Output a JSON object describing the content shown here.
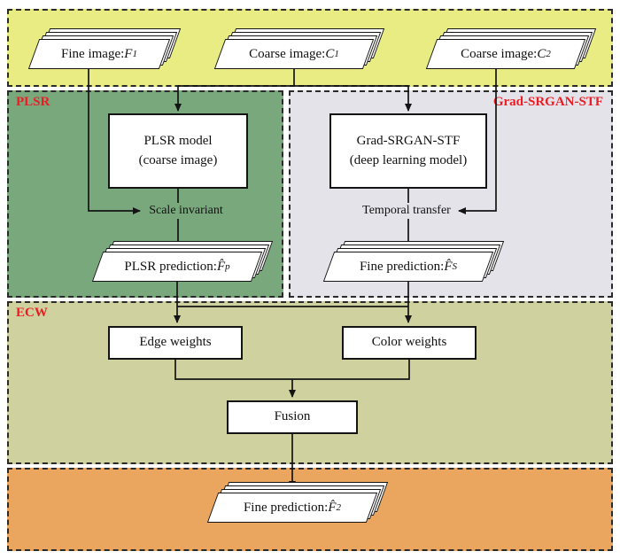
{
  "regions": {
    "inputs": {
      "bg": "#e9ec82"
    },
    "plsr": {
      "label": "PLSR",
      "bg": "#79a87d"
    },
    "grad": {
      "label": "Grad-SRGAN-STF",
      "bg": "#e4e3ea"
    },
    "ecw": {
      "label": "ECW",
      "bg": "#cfd29e"
    },
    "output": {
      "bg": "#eaa55e"
    },
    "label_color": "#ed1c24"
  },
  "nodes": {
    "fine_image_f1": {
      "prefix": "Fine image: ",
      "symbol": "F",
      "sub": "1"
    },
    "coarse_image_c1": {
      "prefix": "Coarse image: ",
      "symbol": "C",
      "sub": "1"
    },
    "coarse_image_c2": {
      "prefix": "Coarse image: ",
      "symbol": "C",
      "sub": "2"
    },
    "plsr_model": {
      "line1": "PLSR model",
      "line2": "(coarse image)"
    },
    "grad_model": {
      "line1": "Grad-SRGAN-STF",
      "line2": "(deep learning model)"
    },
    "plsr_prediction": {
      "prefix": "PLSR prediction: ",
      "symbol": "F̂",
      "sub": "p"
    },
    "fine_prediction_s": {
      "prefix": "Fine prediction: ",
      "symbol": "F̂",
      "sub": "S"
    },
    "edge_weights": {
      "label": "Edge weights"
    },
    "color_weights": {
      "label": "Color weights"
    },
    "fusion": {
      "label": "Fusion"
    },
    "fine_prediction_2": {
      "prefix": "Fine prediction: ",
      "symbol": "F̂",
      "sub": "2"
    }
  },
  "edge_labels": {
    "scale_invariant": "Scale invariant",
    "temporal_transfer": "Temporal transfer"
  }
}
